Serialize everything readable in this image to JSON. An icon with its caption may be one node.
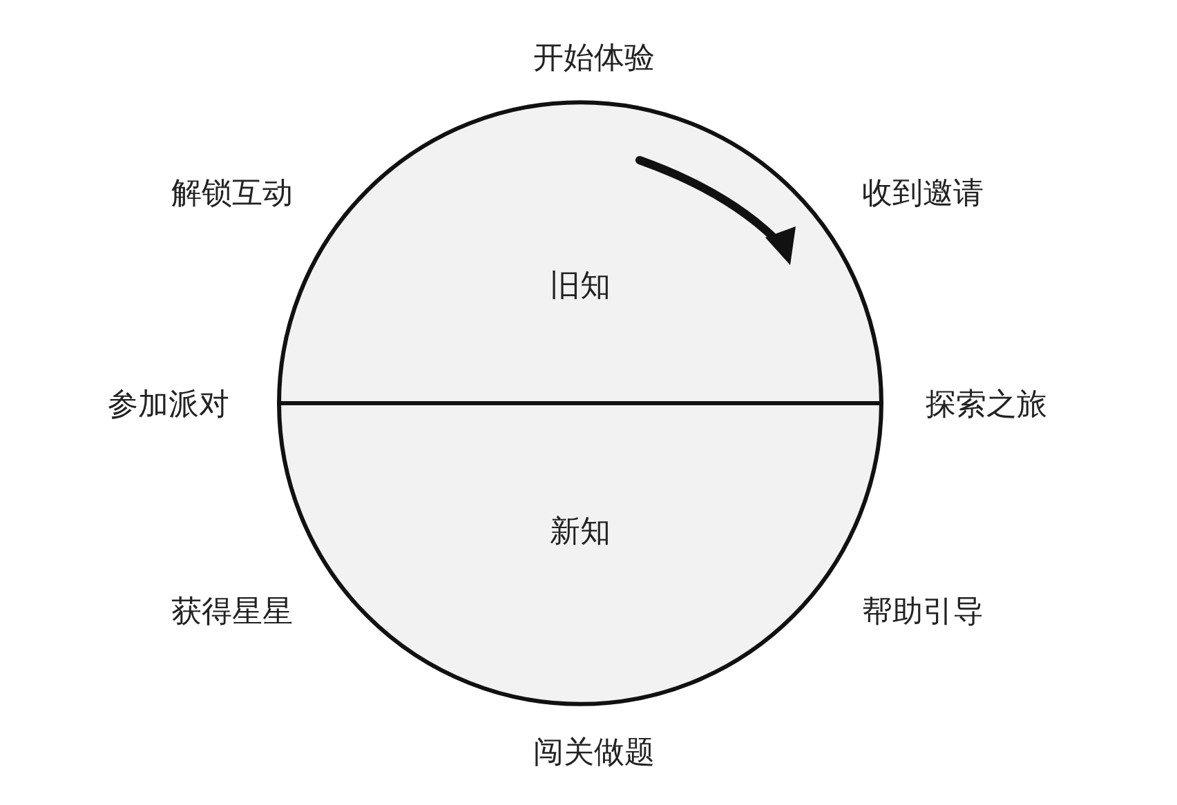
{
  "diagram": {
    "nodes": [
      {
        "text": [
          "旧知"
        ]
      },
      {
        "text": [
          "新知"
        ]
      }
    ],
    "labels": [
      "开始体验",
      "解锁互动",
      "收到邀请",
      "参加派对",
      "探索之旅",
      "获得星星",
      "帮助引导",
      "闯关做题"
    ]
  }
}
